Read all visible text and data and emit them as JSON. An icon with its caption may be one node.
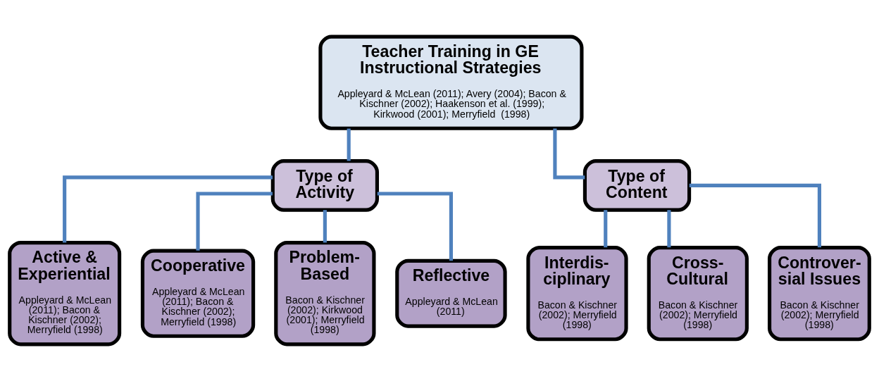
{
  "diagram": {
    "nodes": [
      {
        "text": [
          "Teacher Training in GE Instructional Strategies",
          "Appleyard & McLean (2011); Avery (2004); Bacon & Kischner (2002); Haakenson et al. (1999); Kirkwood (2001); Merryfield  (1998)"
        ]
      },
      {
        "text": [
          "Type of Activity"
        ]
      },
      {
        "text": [
          "Type of Content"
        ]
      },
      {
        "text": [
          "Active & Experiential",
          "Appleyard & McLean (2011); Bacon & Kischner (2002); Merryfield (1998)"
        ]
      },
      {
        "text": [
          "Cooperative",
          "Appleyard & McLean (2011); Bacon & Kischner (2002); Merryfield (1998)"
        ]
      },
      {
        "text": [
          "Problem- Based",
          "Bacon & Kischner (2002); Kirkwood (2001); Merryfield (1998)"
        ]
      },
      {
        "text": [
          "Reflective",
          "Appleyard & McLean (2011)"
        ]
      },
      {
        "text": [
          "Interdis- ciplinary",
          "Bacon & Kischner (2002); Merryfield (1998)"
        ]
      },
      {
        "text": [
          "Cross- Cultural",
          "Bacon & Kischner (2002); Merryfield (1998)"
        ]
      },
      {
        "text": [
          "Controver- sial Issues",
          "Bacon & Kischner (2002); Merryfield (1998)"
        ]
      }
    ],
    "edges": [
      {
        "from": 0,
        "to": 1,
        "arrow": "none"
      },
      {
        "from": 0,
        "to": 2,
        "arrow": "none"
      },
      {
        "from": 1,
        "to": 3,
        "arrow": "none"
      },
      {
        "from": 1,
        "to": 4,
        "arrow": "none"
      },
      {
        "from": 1,
        "to": 5,
        "arrow": "none"
      },
      {
        "from": 1,
        "to": 6,
        "arrow": "none"
      },
      {
        "from": 2,
        "to": 7,
        "arrow": "none"
      },
      {
        "from": 2,
        "to": 8,
        "arrow": "none"
      },
      {
        "from": 2,
        "to": 9,
        "arrow": "none"
      }
    ]
  }
}
